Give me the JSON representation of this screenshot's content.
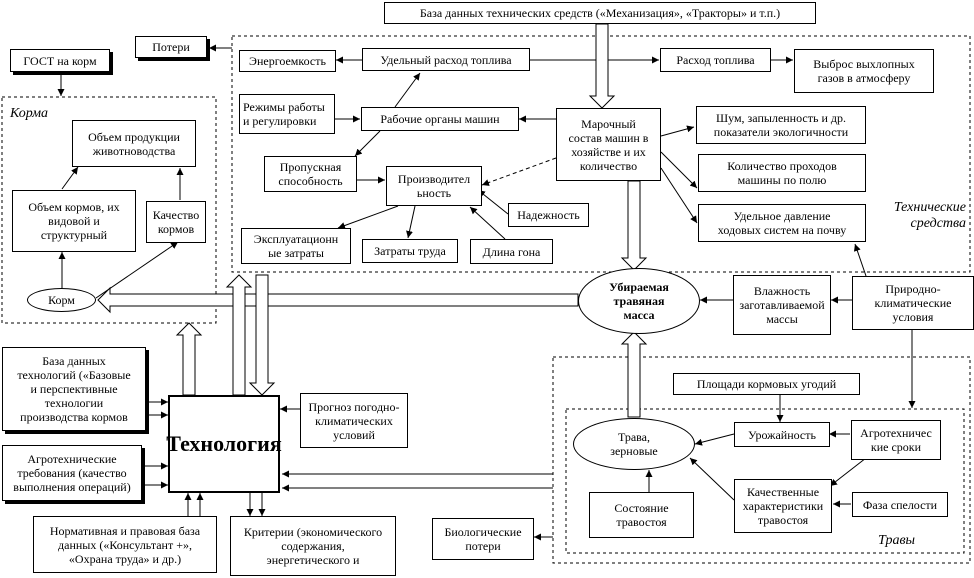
{
  "regions": {
    "korma": "Корма",
    "tech_means": "Технические\nсредства",
    "travy": "Травы"
  },
  "boxes": {
    "db_tech": "База данных технических средств («Механизация», «Тракторы» и т.п.)",
    "poteri": "Потери",
    "gost": "ГОСТ на корм",
    "energoemkost": "Энергоемкость",
    "udelny_rashod": "Удельный расход топлива",
    "rashod_topliva": "Расход топлива",
    "vybros": "Выброс выхлопных\nгазов в атмосферу",
    "rezhimy": "Режимы работы\nи регулировки",
    "rabochie_organy": "Рабочие органы машин",
    "marochny": "Марочный\nсостав машин в\nхозяйстве и их\nколичество",
    "shum": "Шум, запыленность и др.\nпоказатели экологичности",
    "kol_prohodov": "Количество проходов\nмашины по полю",
    "udelnoe_davlenie": "Удельное давление\nходовых систем на почву",
    "propusknaya": "Пропускная\nспособность",
    "proizvoditelnost": "Производител\nьность",
    "nadezhnost": "Надежность",
    "ekspluat": "Эксплуатационн\nые затраты",
    "zatraty_truda": "Затраты труда",
    "dlina_gona": "Длина гона",
    "obem_prod": "Объем продукции\nживотноводства",
    "obem_kormov": "Объем кормов, их\nвидовой и\nструктурный",
    "kachestvo_kormov": "Качество\nкормов",
    "vlazhnost": "Влажность\nзаготавливаемой\nмассы",
    "prirodno": "Природно-\nклиматические\nусловия",
    "db_tehnol": "База данных\nтехнологий («Базовые\nи перспективные\nтехнологии\nпроизводства кормов",
    "tehnologiya": "Технология",
    "prognoz": "Прогноз погодно-\nклиматических\nусловий",
    "agrotreb": "Агротехнические\nтребования (качество\nвыполнения операций)",
    "ploshadi": "Площади кормовых угодий",
    "urozhainost": "Урожайность",
    "agrosroki": "Агротехничес\nкие сроки",
    "kach_harakt": "Качественные\nхарактеристики\nтравостоя",
    "sostoyanie": "Состояние\nтравостоя",
    "faza": "Фаза спелости",
    "normativ": "Нормативная и правовая база\nданных («Консультант +»,\n«Охрана труда» и др.)",
    "kriterii": "Критерии (экономического\nсодержания,\nэнергетического и",
    "bio_poteri": "Биологические\nпотери"
  },
  "ellipses": {
    "korm": "Корм",
    "ubiraemaya": "Убираемая\nтравяная\nмасса",
    "trava": "Трава,\nзерновые"
  }
}
